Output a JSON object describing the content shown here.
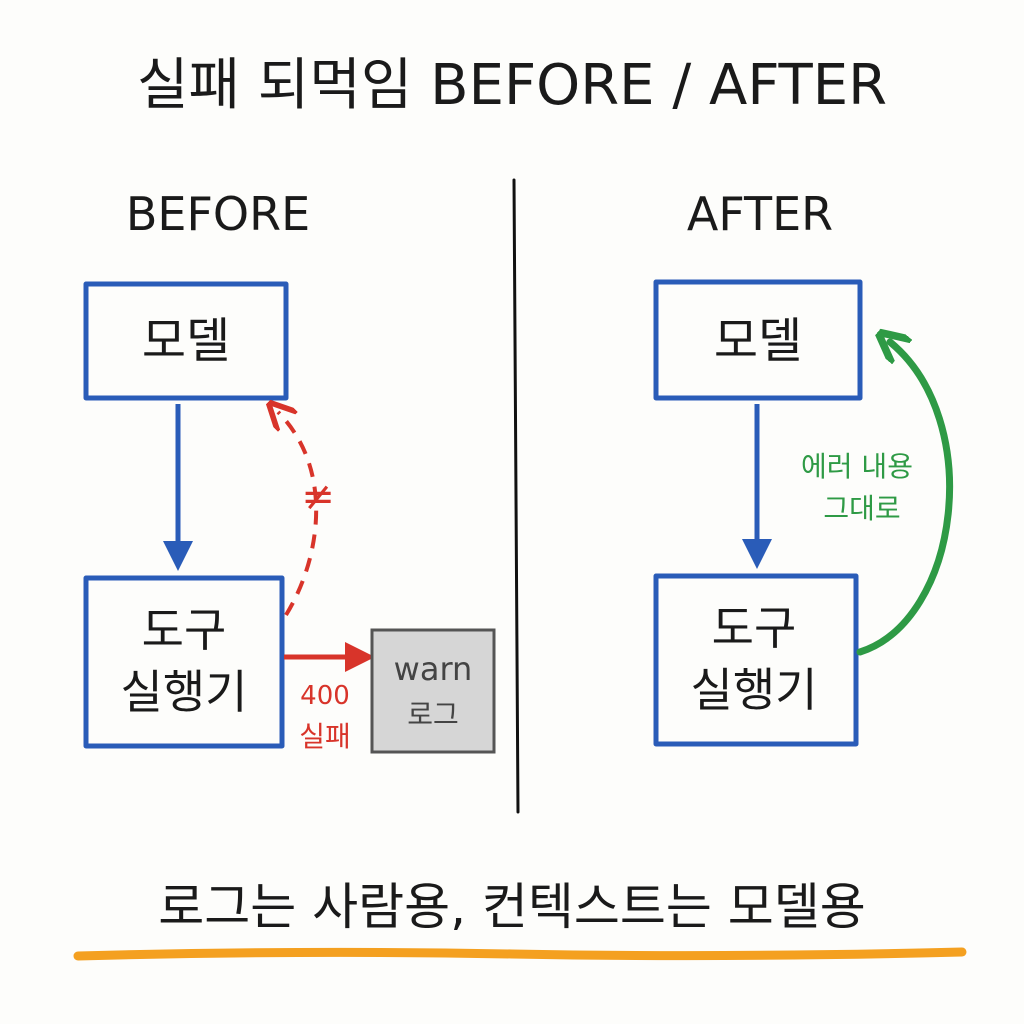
{
  "title": "실패 되먹임 BEFORE / AFTER",
  "before": {
    "heading": "BEFORE",
    "model_box": "모델",
    "tool_box_line1": "도구",
    "tool_box_line2": "실행기",
    "blocked_mark": "≠",
    "fail_label_line1": "400",
    "fail_label_line2": "실패",
    "log_box_line1": "warn",
    "log_box_line2": "로그"
  },
  "after": {
    "heading": "AFTER",
    "model_box": "모델",
    "tool_box_line1": "도구",
    "tool_box_line2": "실행기",
    "feedback_label_line1": "에러 내용",
    "feedback_label_line2": "그대로"
  },
  "caption": "로그는 사람용, 컨텍스트는 모델용",
  "colors": {
    "box_border": "#2a5cb8",
    "arrow_blue": "#2a5cb8",
    "arrow_red": "#d8342a",
    "arrow_green": "#2e9a45",
    "log_fill": "#d6d6d6",
    "log_border": "#555555",
    "underline": "#f4a020"
  }
}
